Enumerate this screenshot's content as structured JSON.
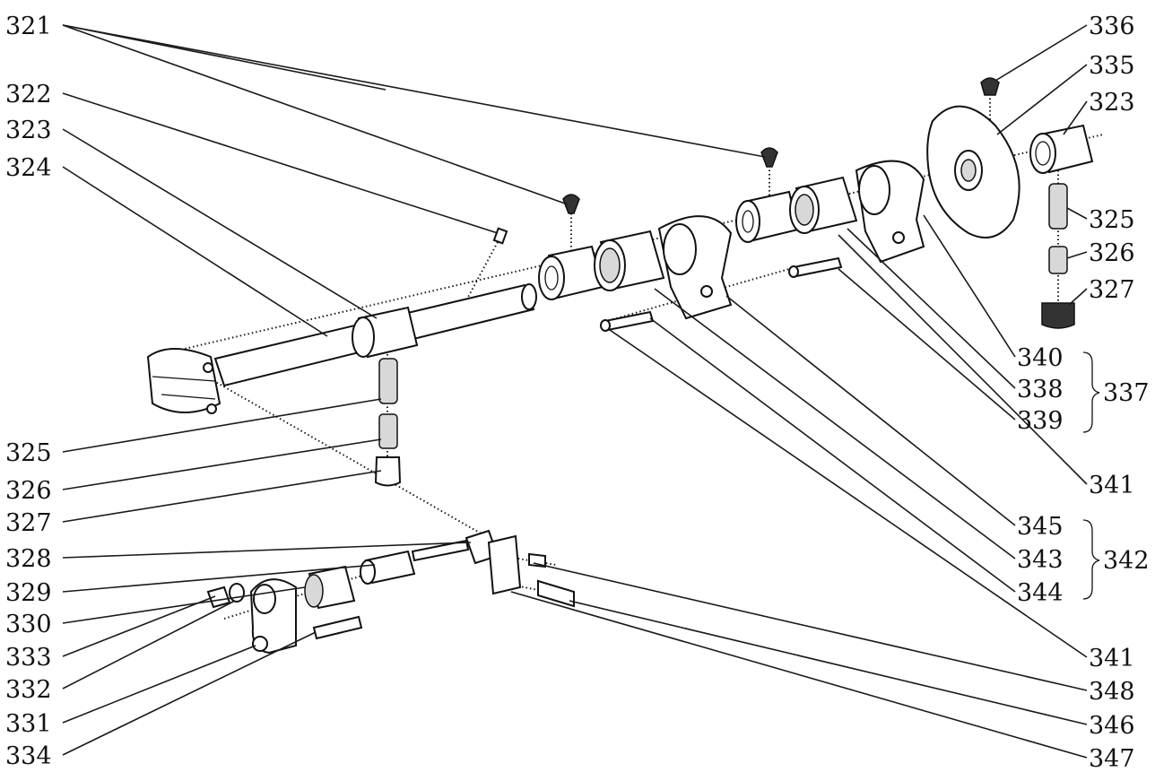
{
  "figure": {
    "left_labels": [
      "321",
      "322",
      "323",
      "324",
      "325",
      "326",
      "327",
      "328",
      "329",
      "330",
      "333",
      "332",
      "331",
      "334"
    ],
    "right_labels": [
      "336",
      "335",
      "323",
      "325",
      "326",
      "327",
      "340",
      "338",
      "339",
      "341",
      "345",
      "343",
      "344",
      "341",
      "348",
      "346",
      "347"
    ],
    "group_labels": [
      "337",
      "342"
    ]
  }
}
